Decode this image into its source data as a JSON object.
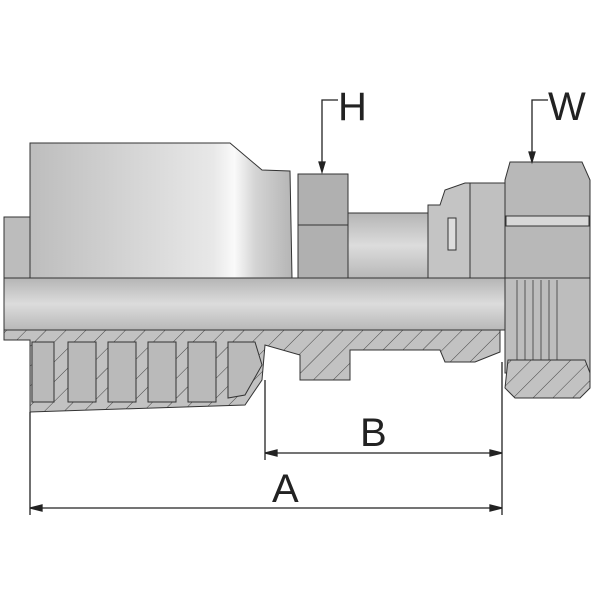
{
  "labels": {
    "H": "H",
    "W": "W",
    "A": "A",
    "B": "B"
  },
  "colors": {
    "metal": "#c8c8c8",
    "dark": "#a9a9a9",
    "outline": "#333333",
    "line": "#222222"
  }
}
